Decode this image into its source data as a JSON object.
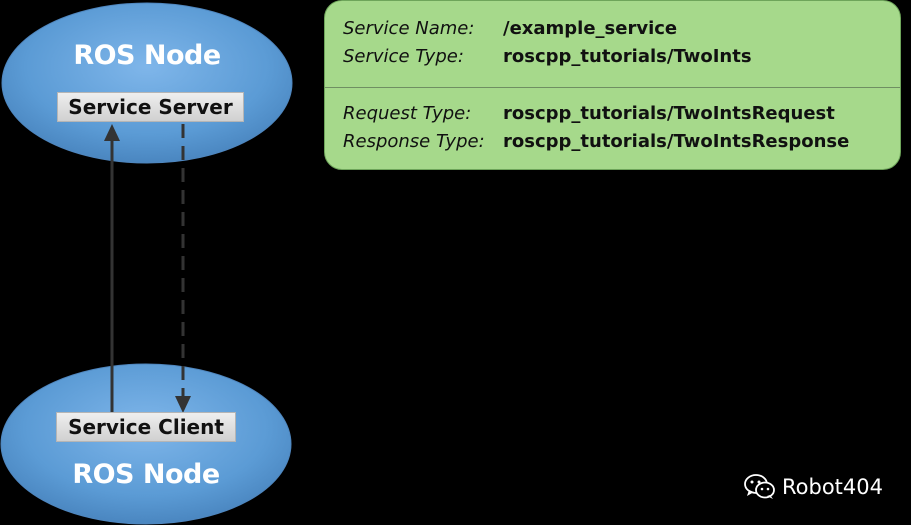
{
  "server_node": {
    "title": "ROS Node",
    "role": "Service Server"
  },
  "client_node": {
    "title": "ROS Node",
    "role": "Service Client"
  },
  "service_info": {
    "service_name_label": "Service Name:",
    "service_name_value": "/example_service",
    "service_type_label": "Service Type:",
    "service_type_value": "roscpp_tutorials/TwoInts",
    "request_type_label": "Request Type:",
    "request_type_value": "roscpp_tutorials/TwoIntsRequest",
    "response_type_label": "Response Type:",
    "response_type_value": "roscpp_tutorials/TwoIntsResponse"
  },
  "watermark": {
    "icon": "wechat-icon",
    "text": "Robot404"
  },
  "colors": {
    "background": "#000000",
    "node_fill": "#5b9bd5",
    "panel_fill": "#a6d98b",
    "arrow": "#333333"
  }
}
